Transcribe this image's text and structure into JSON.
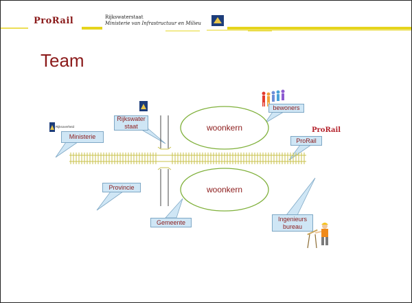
{
  "header": {
    "prorail_logo": "ProRail",
    "rws_name": "Rijkswaterstaat",
    "rws_ministry": "Ministerie van Infrastructuur en Milieu"
  },
  "title": "Team",
  "diagram": {
    "ellipse_top": "woonkern",
    "ellipse_bottom": "woonkern",
    "callouts": {
      "ministerie": "Ministerie",
      "rijkswaterstaat": "Rijkswater staat",
      "bewoners": "bewoners",
      "prorail": "ProRail",
      "provincie": "Provincie",
      "gemeente": "Gemeente",
      "ingenieursbureau": "Ingenieurs bureau"
    },
    "prorail_mark": "ProRail",
    "rijksoverheid_label": "Rijksoverheid"
  },
  "colors": {
    "accent_yellow": "#e6d41c",
    "title_red": "#8b1a1a",
    "callout_fill": "#cfe6f5",
    "ellipse_stroke": "#7fb03a",
    "track": "#c9c24a"
  }
}
